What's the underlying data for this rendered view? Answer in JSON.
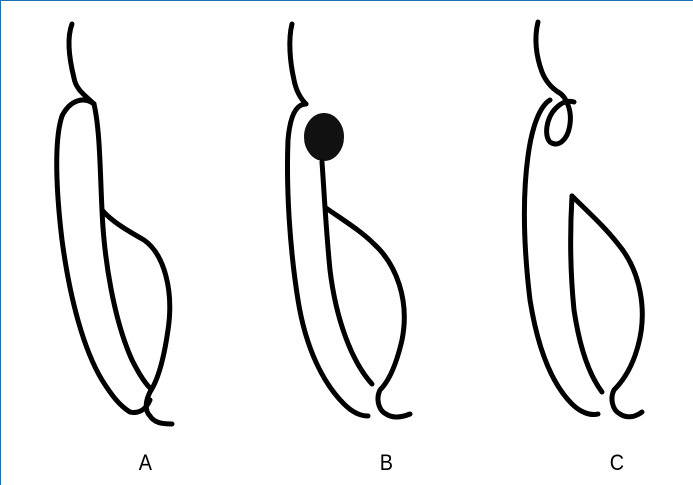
{
  "labels": {
    "a": "A",
    "b": "B",
    "c": "C"
  },
  "colors": {
    "stroke": "#000000",
    "frame": "#1a6fb5",
    "fill_mass": "#111111",
    "background": "#ffffff"
  }
}
